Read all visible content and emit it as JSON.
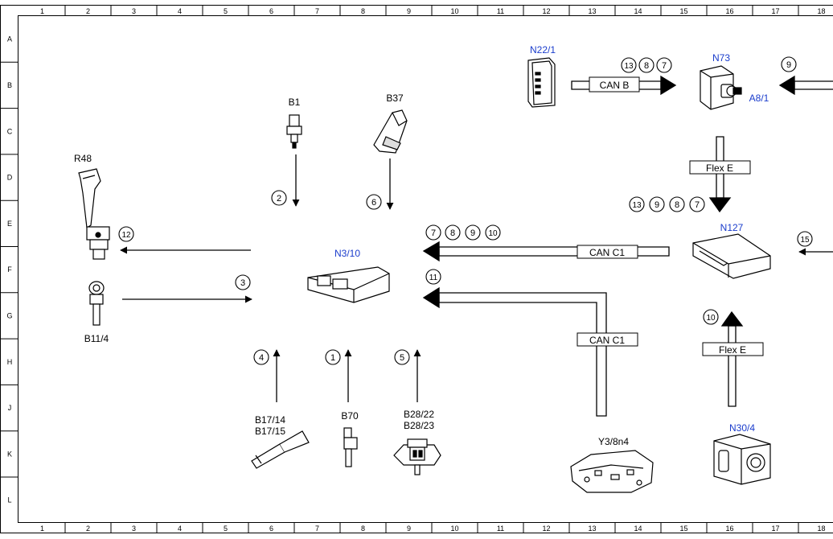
{
  "grid": {
    "columns": [
      "1",
      "2",
      "3",
      "4",
      "5",
      "6",
      "7",
      "8",
      "9",
      "10",
      "11",
      "12",
      "13",
      "14",
      "15",
      "16",
      "17",
      "18"
    ],
    "rows": [
      "A",
      "B",
      "C",
      "D",
      "E",
      "F",
      "G",
      "H",
      "J",
      "K",
      "L"
    ]
  },
  "components": {
    "n22_1": "N22/1",
    "n73": "N73",
    "a8_1": "A8/1",
    "b1": "B1",
    "b37": "B37",
    "r48": "R48",
    "b11_4": "B11/4",
    "n3_10": "N3/10",
    "n127": "N127",
    "b17_14": "B17/14",
    "b17_15": "B17/15",
    "b70": "B70",
    "b28_22": "B28/22",
    "b28_23": "B28/23",
    "y3_8n4": "Y3/8n4",
    "n30_4": "N30/4"
  },
  "buses": {
    "can_b": "CAN B",
    "flex_e": "Flex E",
    "can_c1": "CAN C1"
  },
  "signals": {
    "s1": "1",
    "s2": "2",
    "s3": "3",
    "s4": "4",
    "s5": "5",
    "s6": "6",
    "s7": "7",
    "s8": "8",
    "s9": "9",
    "s10": "10",
    "s11": "11",
    "s12": "12",
    "s13": "13",
    "s15": "15"
  },
  "colors": {
    "component_blue": "#1a3ccc",
    "line": "#000000"
  }
}
